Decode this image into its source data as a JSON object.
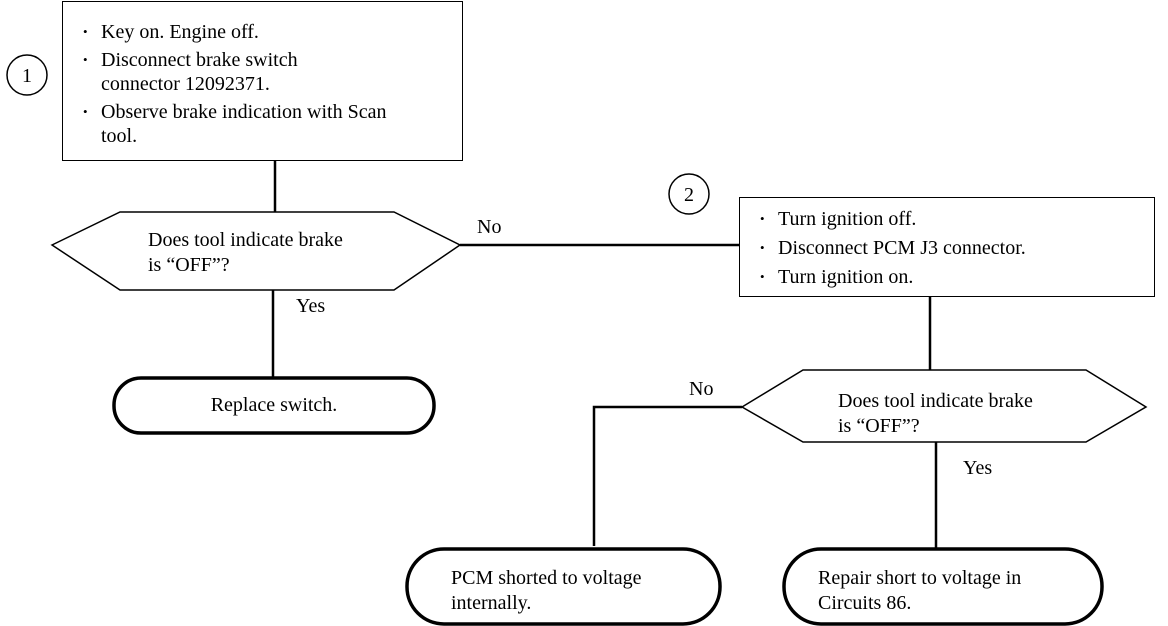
{
  "step_markers": {
    "step1": "1",
    "step2": "2"
  },
  "box1": {
    "items": [
      "Key on. Engine off.",
      "Disconnect brake switch connector 12092371.",
      "Observe brake indication with Scan tool."
    ]
  },
  "box2": {
    "items": [
      "Turn ignition off.",
      "Disconnect PCM J3 connector.",
      "Turn ignition on."
    ]
  },
  "decision1": {
    "line1": "Does tool indicate brake",
    "line2": "is “OFF”?"
  },
  "decision2": {
    "line1": "Does tool indicate brake",
    "line2": "is “OFF”?"
  },
  "labels": {
    "d1_no": "No",
    "d1_yes": "Yes",
    "d2_no": "No",
    "d2_yes": "Yes"
  },
  "terminals": {
    "replace": "Replace switch.",
    "pcm_line1": "PCM shorted to voltage",
    "pcm_line2": "internally.",
    "repair_line1": "Repair short to voltage in",
    "repair_line2": "Circuits 86."
  }
}
